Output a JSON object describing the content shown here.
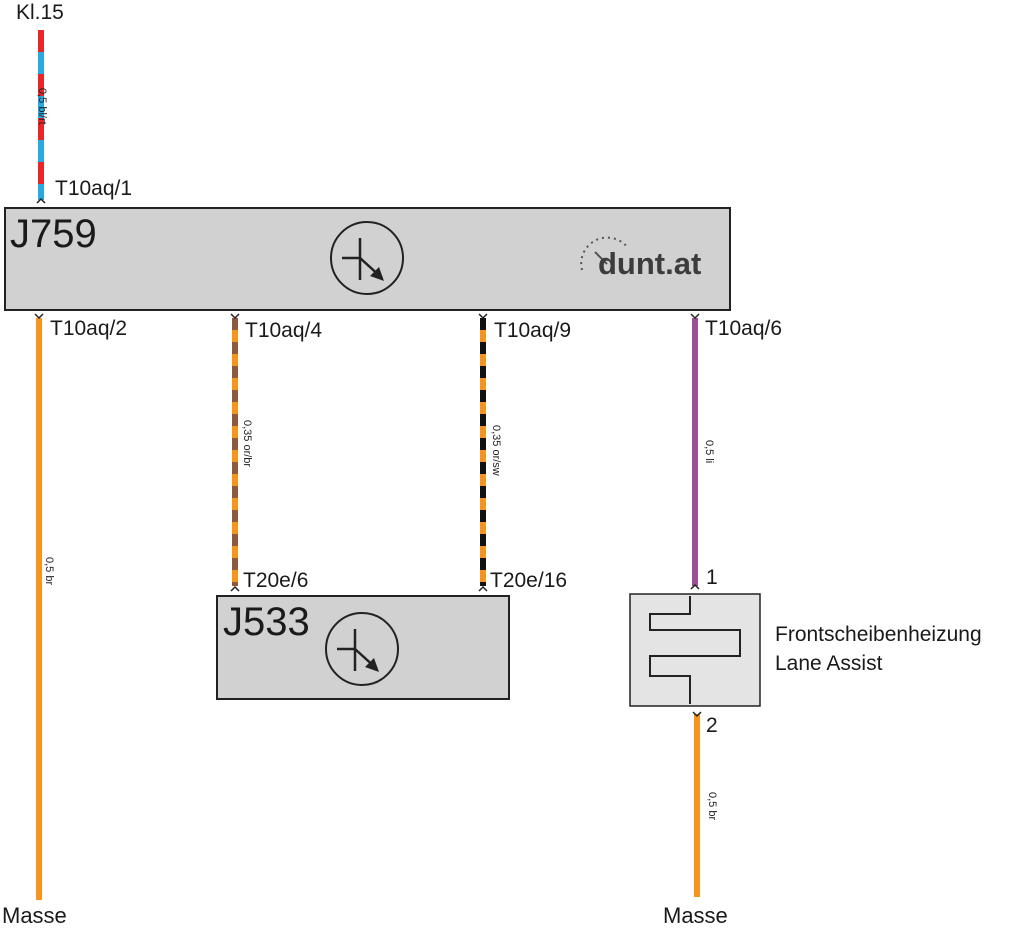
{
  "terminals": {
    "top": "Kl.15",
    "ground_left": "Masse",
    "ground_right": "Masse"
  },
  "modules": {
    "j759": {
      "name": "J759",
      "logo": "dunt.at"
    },
    "j533": {
      "name": "J533"
    },
    "heater": {
      "label_line1": "Frontscheibenheizung",
      "label_line2": "Lane Assist"
    }
  },
  "pins": {
    "t10aq_1": "T10aq/1",
    "t10aq_2": "T10aq/2",
    "t10aq_4": "T10aq/4",
    "t10aq_9": "T10aq/9",
    "t10aq_6": "T10aq/6",
    "t20e_6": "T20e/6",
    "t20e_16": "T20e/16",
    "heater_1": "1",
    "heater_2": "2"
  },
  "wires": {
    "kl15": {
      "label": "0,5 bl/rt",
      "colors": [
        "#29a9e0",
        "#e8262a"
      ]
    },
    "masse_left": {
      "label": "0,5 br",
      "colors": [
        "#f7941d"
      ]
    },
    "t10aq4_t20e6": {
      "label": "0,35 or/br",
      "colors": [
        "#f7941d",
        "#8b5a3c"
      ]
    },
    "t10aq9_t20e16": {
      "label": "0,35 or/sw",
      "colors": [
        "#f7941d",
        "#111111"
      ]
    },
    "t10aq6_heater": {
      "label": "0,5 li",
      "colors": [
        "#9b4f96"
      ]
    },
    "heater_masse": {
      "label": "0,5 br",
      "colors": [
        "#f7941d"
      ]
    }
  },
  "colors": {
    "module_fill": "#d1d1d1",
    "heater_fill": "#e4e4e4",
    "outline": "#222222"
  }
}
